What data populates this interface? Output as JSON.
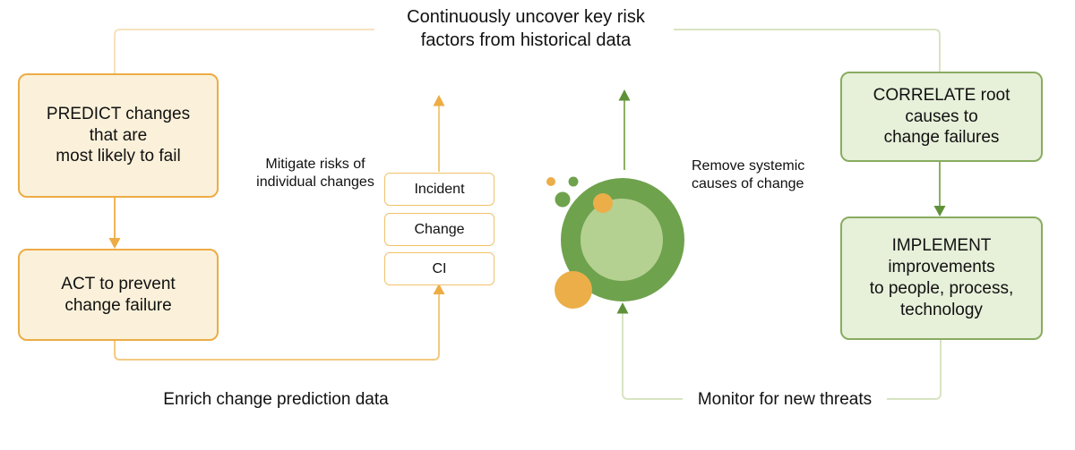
{
  "title": {
    "text": "Continuously uncover key risk\nfactors from historical data"
  },
  "predict_side": {
    "predict_box": "PREDICT changes\nthat are\nmost likely to fail",
    "act_box": "ACT to prevent\nchange failure",
    "mitigate_label": "Mitigate risks of\nindividual changes",
    "stack": [
      "Incident",
      "Change",
      "CI"
    ],
    "enrich_label": "Enrich change prediction data"
  },
  "respond_side": {
    "correlate_box": "CORRELATE root\ncauses to\nchange failures",
    "implement_box": "IMPLEMENT\nimprovements\nto people, process,\ntechnology",
    "remove_label": "Remove systemic\ncauses of change",
    "monitor_label": "Monitor for new threats"
  },
  "colors": {
    "text": "#111111",
    "yellow-box-fill": "#FBF1DA",
    "yellow-box-border": "#ECAC45",
    "small-box-fill": "#FFFFFF",
    "small-box-border": "#F0C26A",
    "yellow-line-pale": "#F5E3BF",
    "yellow-line": "#F3CA82",
    "yellow-arrow-line": "#F0B45A",
    "yellow-arrow": "#EDAC44",
    "green-box-fill": "#E7F0D9",
    "green-box-border": "#88AC60",
    "green-line-pale": "#D8E4C3",
    "green-line": "#8CB163",
    "green-arrow": "#5F9138",
    "ring-green": "#6FA24D",
    "inner-green": "#B5D191",
    "orange": "#EBAE49"
  }
}
